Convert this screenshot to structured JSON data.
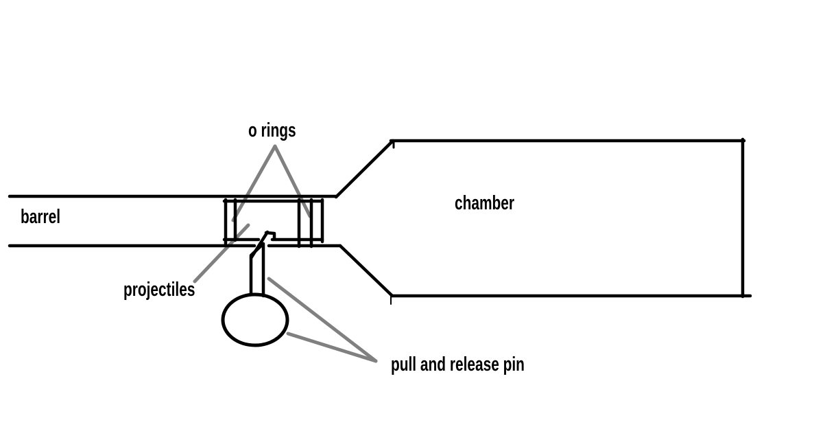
{
  "labels": {
    "o_rings": "o rings",
    "barrel": "barrel",
    "chamber": "chamber",
    "projectiles": "projectiles",
    "pull_and_release_pin": "pull and release pin"
  },
  "colors": {
    "ink": "#000000",
    "leader": "#808080",
    "background": "#ffffff"
  }
}
